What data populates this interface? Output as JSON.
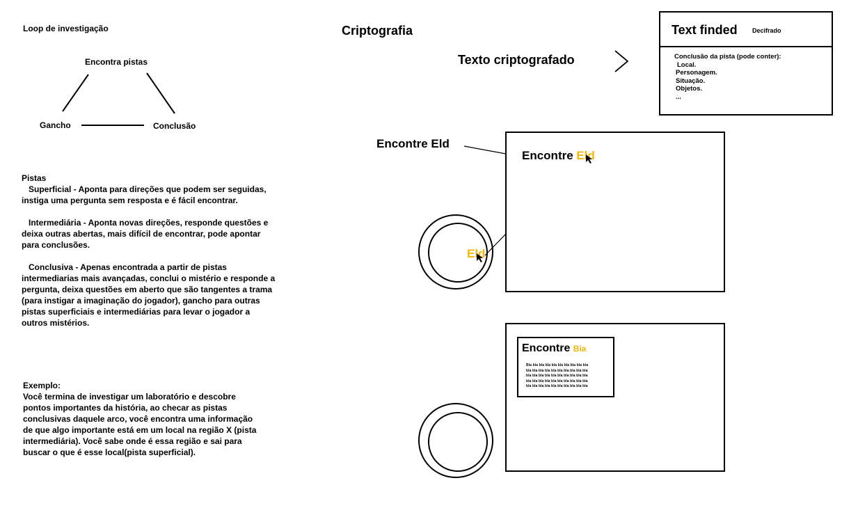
{
  "loop": {
    "title": "Loop de investigação",
    "top": "Encontra pistas",
    "left": "Gancho",
    "right": "Conclusão"
  },
  "pistas": {
    "title": "Pistas",
    "superficial": [
      "Superficial - Aponta para direções que podem ser seguidas,",
      "instiga uma pergunta sem resposta e é fácil encontrar."
    ],
    "intermediaria": [
      "Intermediária - Aponta novas direções, responde questões e",
      "deixa outras abertas, mais difícil de encontrar, pode apontar",
      "para conclusões."
    ],
    "conclusiva": [
      "Conclusiva - Apenas encontrada a partir de pistas",
      "intermediarias mais avançadas, conclui o mistério e responde a",
      "pergunta, deixa questões em aberto que são tangentes a trama",
      "(para instigar a imaginação do jogador), gancho para outras",
      "pistas superficiais e intermediárias para levar o jogador a",
      "outros mistérios."
    ]
  },
  "exemplo": {
    "title": "Exemplo:",
    "lines": [
      "Você termina de investigar um laboratório e descobre",
      "pontos importantes da história, ao checar as pistas",
      "conclusivas daquele arco, você encontra uma informação",
      "de que algo importante está em um local na região X (pista",
      "intermediária). Você sabe onde é essa região e sai para",
      "buscar o que é esse local(pista superficial)."
    ]
  },
  "cripto": {
    "title": "Criptografia",
    "encrypted": "Texto criptografado",
    "arrow": ">",
    "card": {
      "title": "Text finded",
      "tag": "Decifrado",
      "heading": "Conclusão da pista (pode conter):",
      "items": [
        "Local.",
        "Personagem.",
        "Situação.",
        "Objetos.",
        "..."
      ]
    }
  },
  "scene1": {
    "label_prefix": "Encontre",
    "label_name": "Eld",
    "inner_prefix": "Encontre",
    "inner_name": "Eld",
    "lens_text": "Eld"
  },
  "scene2": {
    "prefix": "Encontre",
    "name": "Bia",
    "bla_lines": [
      "Bla bla bla bla bla bla bla bla bla bla",
      "bla bla bla bla bla bla bla bla bla bla",
      "bla bla bla bla bla bla bla bla bla bla",
      "bla bla bla bla bla bla bla bla bla bla",
      "bla bla bla bla bla bla bla bla bla bla"
    ]
  },
  "colors": {
    "highlight": "#f2b70b",
    "ink": "#000000"
  },
  "icons": [
    "mouse-cursor-icon",
    "chevron-right-icon"
  ]
}
